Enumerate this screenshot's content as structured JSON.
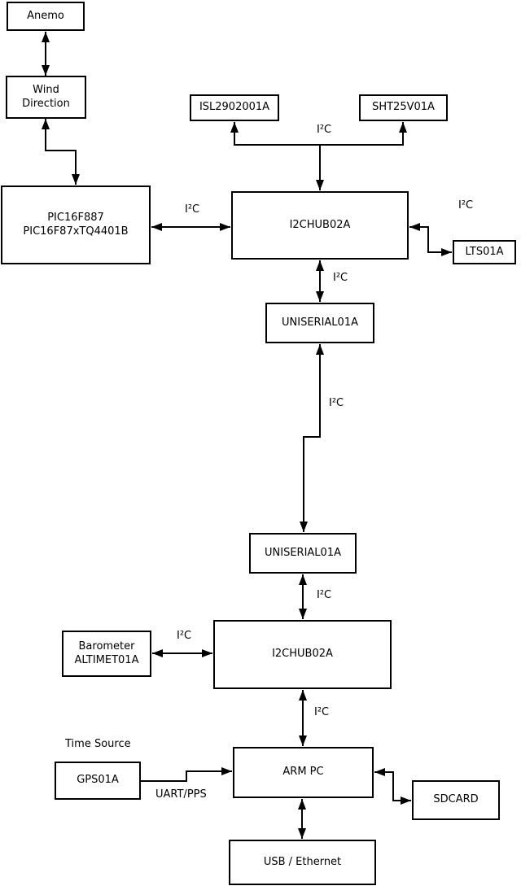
{
  "nodes": {
    "anemo": {
      "label": "Anemo"
    },
    "wind_direction": {
      "label": "Wind\nDirection"
    },
    "pic": {
      "label": "PIC16F887\nPIC16F87xTQ4401B"
    },
    "isl": {
      "label": "ISL2902001A"
    },
    "sht": {
      "label": "SHT25V01A"
    },
    "hub1": {
      "label": "I2CHUB02A"
    },
    "lts": {
      "label": "LTS01A"
    },
    "uniserial1": {
      "label": "UNISERIAL01A"
    },
    "uniserial2": {
      "label": "UNISERIAL01A"
    },
    "hub2": {
      "label": "I2CHUB02A"
    },
    "barometer": {
      "label": "Barometer\nALTIMET01A"
    },
    "gps": {
      "label": "GPS01A"
    },
    "arm_pc": {
      "label": "ARM PC"
    },
    "sdcard": {
      "label": "SDCARD"
    },
    "usb_ethernet": {
      "label": "USB / Ethernet"
    }
  },
  "labels": {
    "i2c": "I²C",
    "uart_pps": "UART/PPS",
    "time_source": "Time Source"
  },
  "edges": [
    {
      "from": "Anemo",
      "to": "Wind Direction",
      "direction": "bidirectional",
      "label": ""
    },
    {
      "from": "Wind Direction",
      "to": "PIC16F887 PIC16F87xTQ4401B",
      "direction": "bidirectional",
      "label": ""
    },
    {
      "from": "PIC16F887 PIC16F87xTQ4401B",
      "to": "I2CHUB02A (upper)",
      "direction": "bidirectional",
      "label": "I²C"
    },
    {
      "from": "I2CHUB02A (upper)",
      "to": "ISL2902001A",
      "direction": "to",
      "label": "I²C"
    },
    {
      "from": "I2CHUB02A (upper)",
      "to": "SHT25V01A",
      "direction": "to",
      "label": "I²C"
    },
    {
      "from": "I2CHUB02A (upper)",
      "to": "LTS01A",
      "direction": "bidirectional",
      "label": "I²C"
    },
    {
      "from": "I2CHUB02A (upper)",
      "to": "UNISERIAL01A (upper)",
      "direction": "bidirectional",
      "label": "I²C"
    },
    {
      "from": "UNISERIAL01A (upper)",
      "to": "UNISERIAL01A (lower)",
      "direction": "bidirectional",
      "label": "I²C"
    },
    {
      "from": "UNISERIAL01A (lower)",
      "to": "I2CHUB02A (lower)",
      "direction": "bidirectional",
      "label": "I²C"
    },
    {
      "from": "Barometer ALTIMET01A",
      "to": "I2CHUB02A (lower)",
      "direction": "bidirectional",
      "label": "I²C"
    },
    {
      "from": "I2CHUB02A (lower)",
      "to": "ARM PC",
      "direction": "bidirectional",
      "label": "I²C"
    },
    {
      "from": "GPS01A",
      "to": "ARM PC",
      "direction": "to",
      "label": "UART/PPS"
    },
    {
      "from": "ARM PC",
      "to": "SDCARD",
      "direction": "bidirectional",
      "label": ""
    },
    {
      "from": "ARM PC",
      "to": "USB / Ethernet",
      "direction": "bidirectional",
      "label": ""
    }
  ],
  "colors": {
    "line": "#000000",
    "box_background": "#ffffff",
    "page_background": "#ffffff"
  }
}
